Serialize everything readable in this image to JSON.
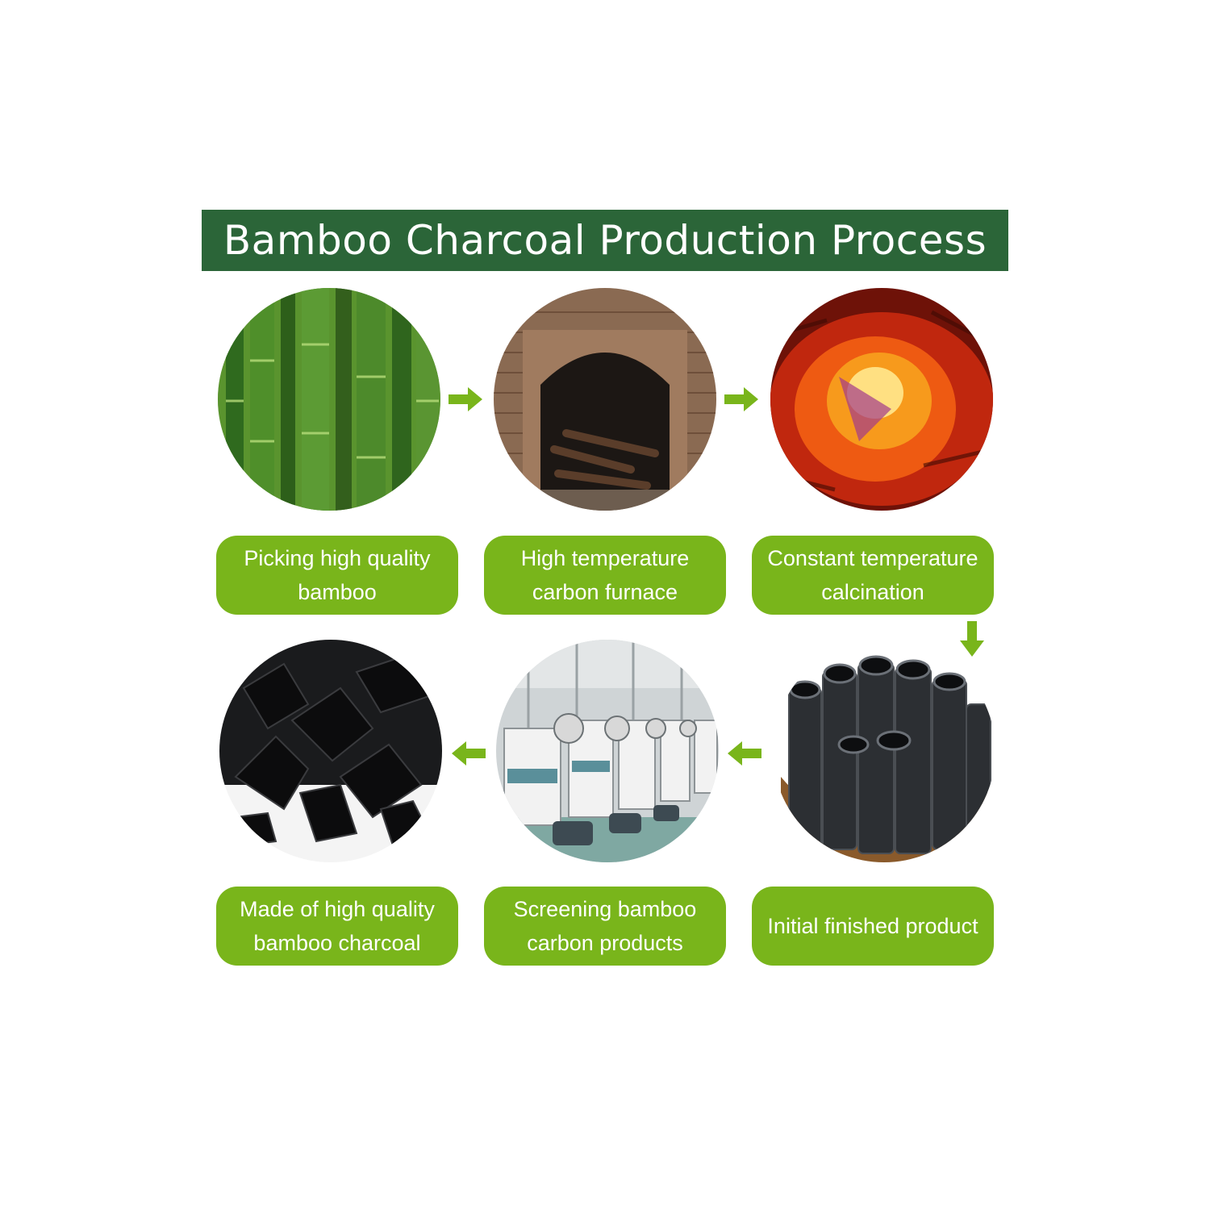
{
  "title": "Bamboo Charcoal Production Process",
  "colors": {
    "banner": "#2b6538",
    "label": "#79b51b",
    "arrow": "#79b51b"
  },
  "steps": [
    {
      "label_line1": "Picking high quality",
      "label_line2": "bamboo",
      "image": "bamboo-forest"
    },
    {
      "label_line1": "High temperature",
      "label_line2": "carbon furnace",
      "image": "brick-kiln"
    },
    {
      "label_line1": "Constant temperature",
      "label_line2": "calcination",
      "image": "fire"
    },
    {
      "label_line1": "Initial finished product",
      "label_line2": "",
      "image": "charcoal-sticks"
    },
    {
      "label_line1": "Screening bamboo",
      "label_line2": "carbon products",
      "image": "factory-machines"
    },
    {
      "label_line1": "Made of high quality",
      "label_line2": "bamboo charcoal",
      "image": "charcoal-chunks"
    }
  ],
  "arrows": [
    "arrow-right",
    "arrow-right",
    "arrow-down",
    "arrow-left",
    "arrow-left"
  ]
}
